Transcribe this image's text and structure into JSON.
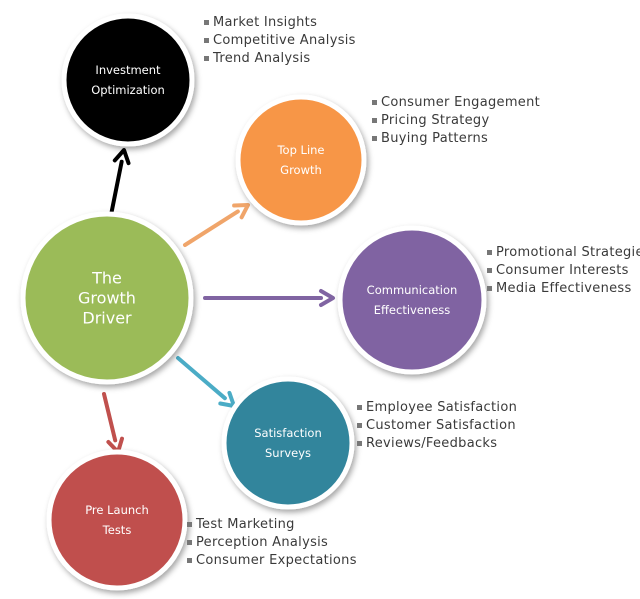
{
  "diagram": {
    "center": {
      "lines": [
        "The",
        "Growth",
        "Driver"
      ],
      "color": "#9bbb59"
    },
    "nodes": [
      {
        "id": "investment",
        "lines": [
          "Investment",
          "Optimization"
        ],
        "color": "#000000",
        "arrow_color": "#000000",
        "bullets": [
          "Market Insights",
          "Competitive Analysis",
          "Trend Analysis"
        ]
      },
      {
        "id": "top-line",
        "lines": [
          "Top Line",
          "Growth"
        ],
        "color": "#f79646",
        "arrow_color": "#f0a56a",
        "bullets": [
          "Consumer Engagement",
          "Pricing Strategy",
          "Buying Patterns"
        ]
      },
      {
        "id": "communication",
        "lines": [
          "Communication",
          "Effectiveness"
        ],
        "color": "#8064a2",
        "arrow_color": "#8064a2",
        "bullets": [
          "Promotional Strategies",
          "Consumer Interests",
          "Media Effectiveness"
        ]
      },
      {
        "id": "satisfaction",
        "lines": [
          "Satisfaction",
          "Surveys"
        ],
        "color": "#31859c",
        "arrow_color": "#4bacc6",
        "bullets": [
          "Employee Satisfaction",
          "Customer Satisfaction",
          "Reviews/Feedbacks"
        ]
      },
      {
        "id": "pre-launch",
        "lines": [
          "Pre Launch",
          "Tests"
        ],
        "color": "#c0504d",
        "arrow_color": "#c0504d",
        "bullets": [
          "Test Marketing",
          "Perception Analysis",
          "Consumer Expectations"
        ]
      }
    ]
  }
}
